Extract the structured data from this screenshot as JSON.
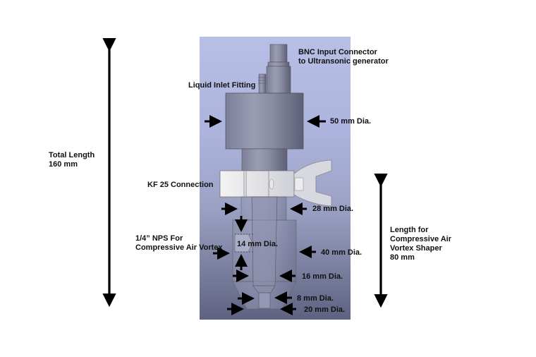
{
  "diagram": {
    "labels": {
      "bnc": "BNC Input Connector\nto Ultransonic generator",
      "liquid_inlet": "Liquid Inlet Fitting",
      "dia_50": "50 mm Dia.",
      "kf25": "KF 25 Connection",
      "dia_28": "28 mm Dia.",
      "nps": "1/4” NPS For\nCompressive Air Vortex",
      "dia_14": "14 mm Dia.",
      "dia_40": "40 mm Dia.",
      "dia_16": "16 mm Dia.",
      "dia_8": "8 mm Dia.",
      "dia_20": "20 mm Dia.",
      "total_length": "Total Length\n160 mm",
      "vortex_length": "Length for\nCompressive Air\nVortex Shaper\n80 mm"
    },
    "colors": {
      "background": "#ffffff",
      "panel_top": "#b8bfe6",
      "panel_bottom": "#5e6180",
      "arrow": "#000000",
      "text": "#111111"
    }
  }
}
